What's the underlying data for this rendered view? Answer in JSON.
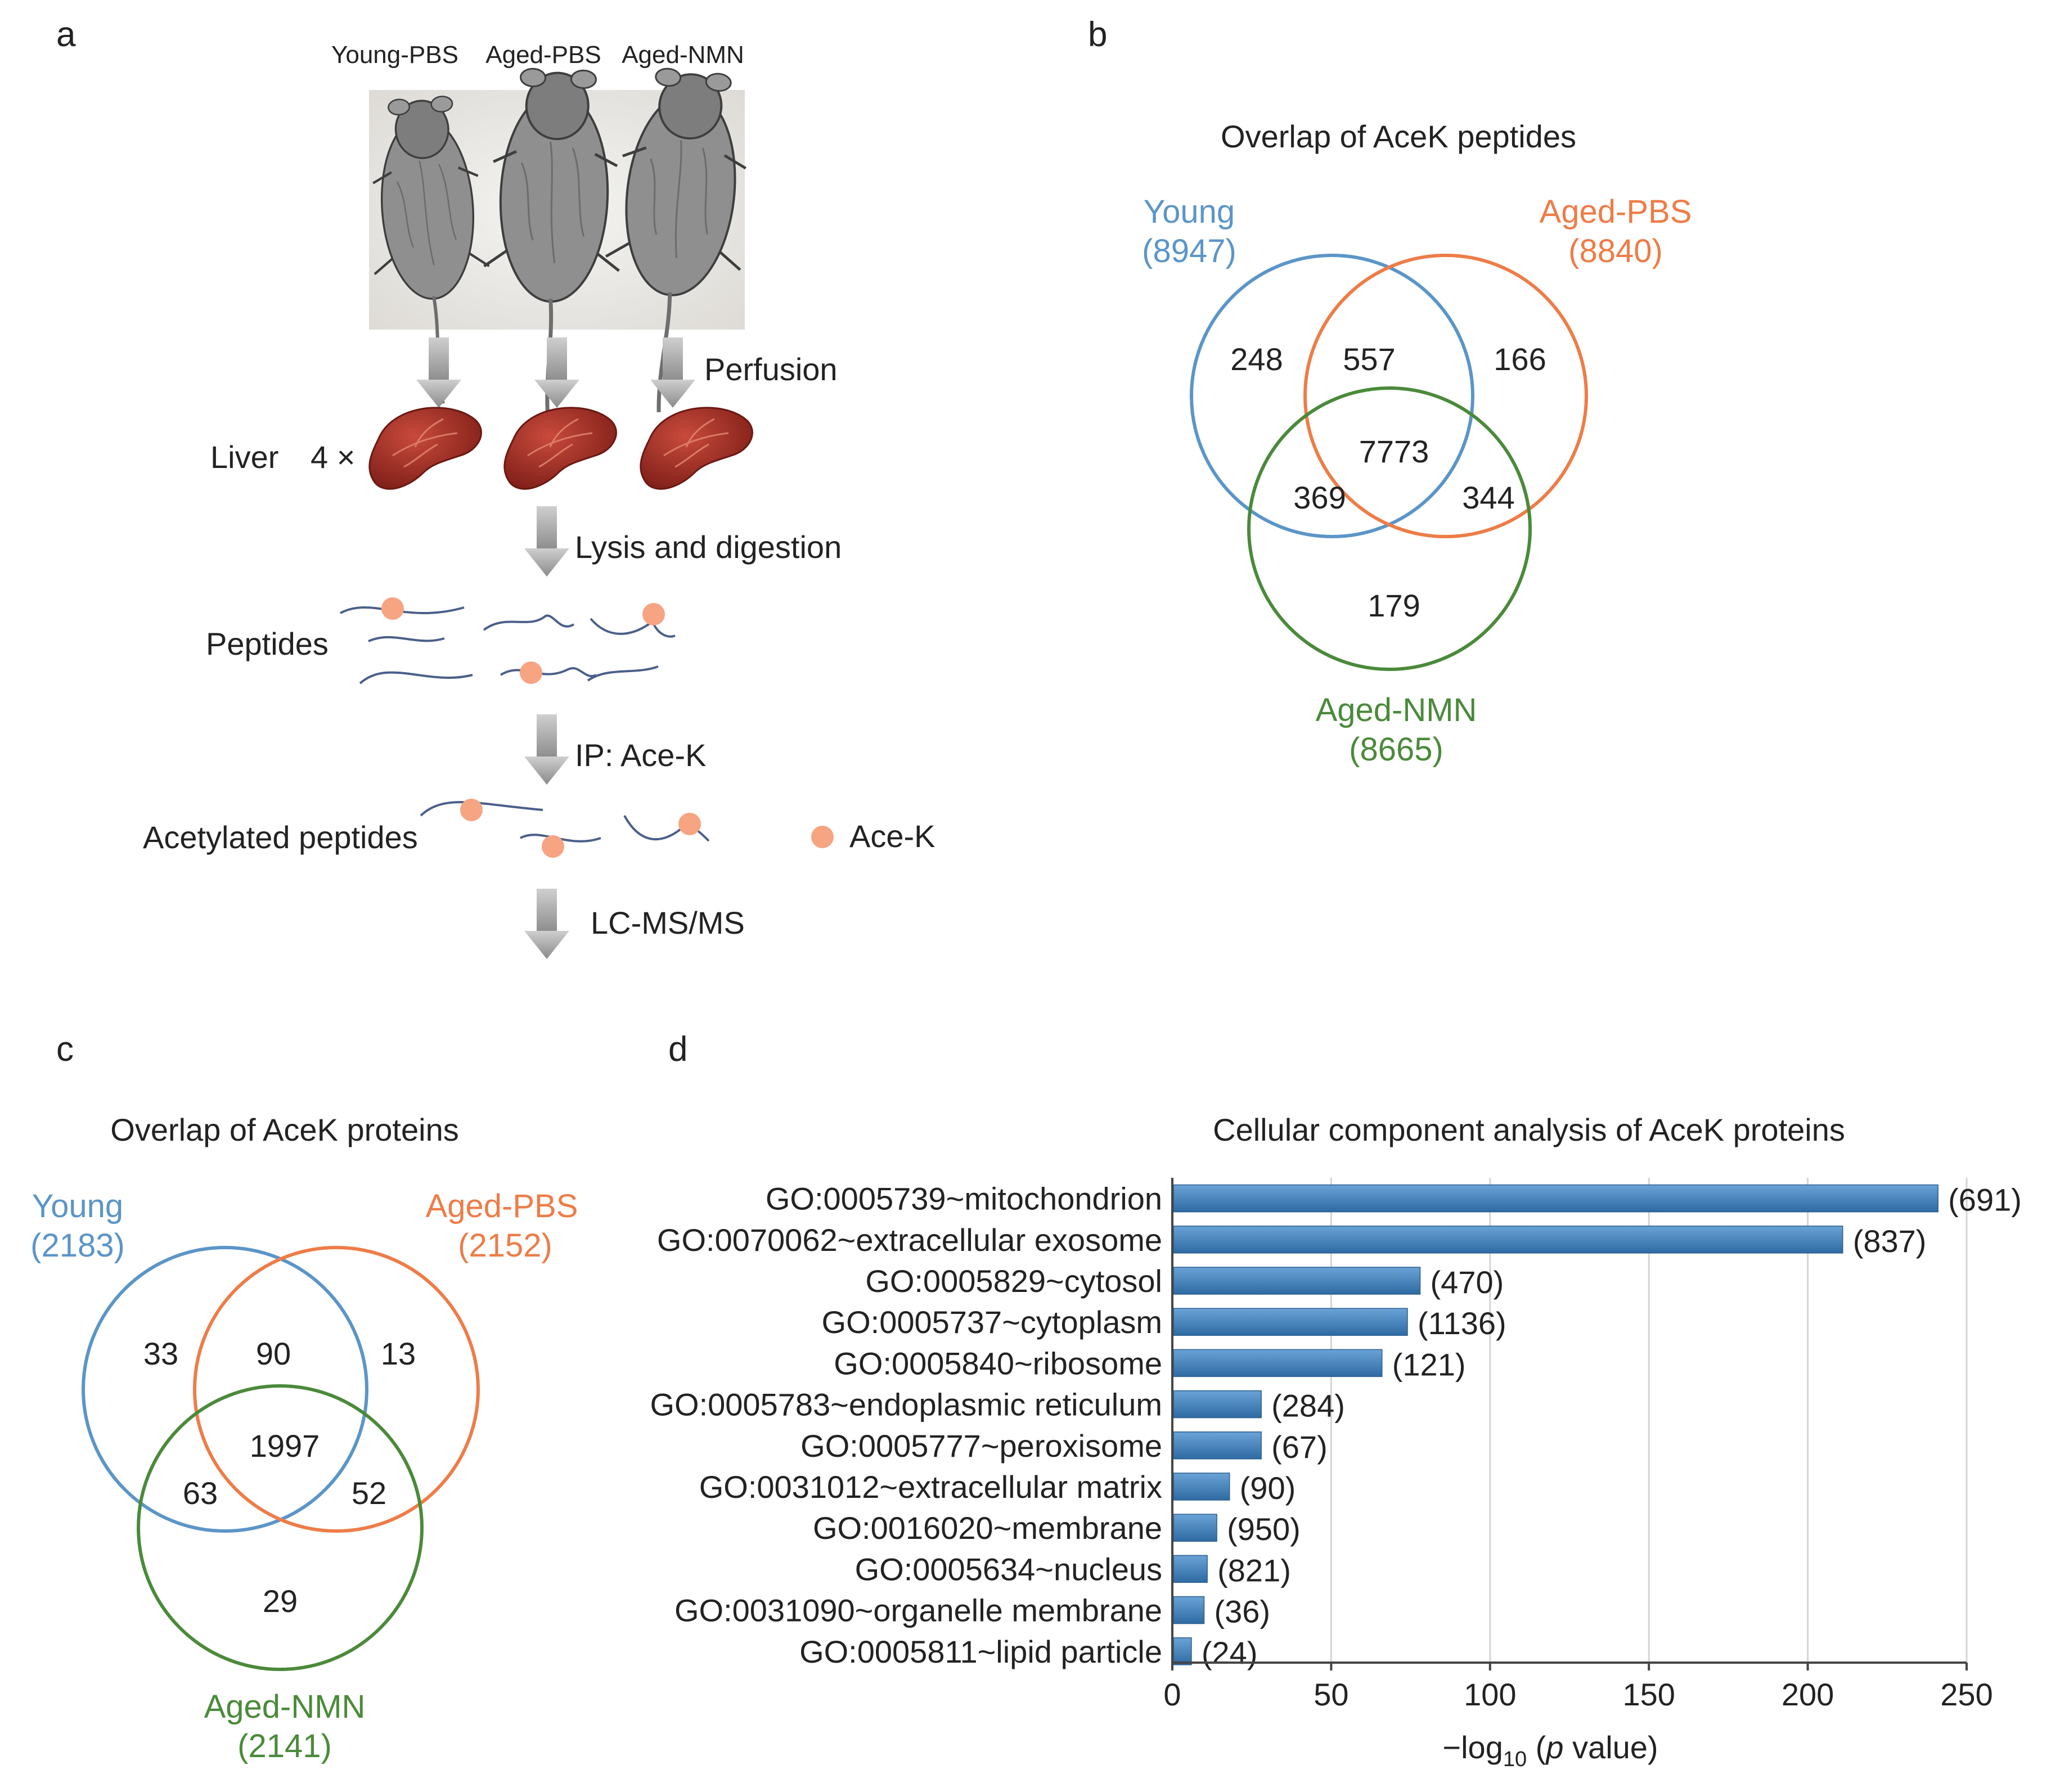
{
  "colors": {
    "young": "#5b95c8",
    "aged_pbs": "#ee7c47",
    "aged_nmn": "#4a8a3a",
    "bar": "#3f7fb8",
    "bead": "#f7a482",
    "liver": "#a8332a",
    "text": "#222222"
  },
  "panel_a": {
    "label": "a",
    "group_labels": [
      "Young-PBS",
      "Aged-PBS",
      "Aged-NMN"
    ],
    "perfusion": "Perfusion",
    "liver_label": "Liver",
    "liver_count": "4 ×",
    "lysis": "Lysis and digestion",
    "peptides": "Peptides",
    "ip": "IP: Ace-K",
    "acetylated": "Acetylated peptides",
    "legend_acek": "Ace-K",
    "lcms": "LC-MS/MS"
  },
  "panel_b": {
    "label": "b",
    "title": "Overlap of AceK peptides",
    "young_name": "Young",
    "young_total": "(8947)",
    "pbs_name": "Aged-PBS",
    "pbs_total": "(8840)",
    "nmn_name": "Aged-NMN",
    "nmn_total": "(8665)",
    "regions": {
      "young_only": "248",
      "young_pbs": "557",
      "pbs_only": "166",
      "all": "7773",
      "young_nmn": "369",
      "pbs_nmn": "344",
      "nmn_only": "179"
    }
  },
  "panel_c": {
    "label": "c",
    "title": "Overlap of AceK proteins",
    "young_name": "Young",
    "young_total": "(2183)",
    "pbs_name": "Aged-PBS",
    "pbs_total": "(2152)",
    "nmn_name": "Aged-NMN",
    "nmn_total": "(2141)",
    "regions": {
      "young_only": "33",
      "young_pbs": "90",
      "pbs_only": "13",
      "all": "1997",
      "young_nmn": "63",
      "pbs_nmn": "52",
      "nmn_only": "29"
    }
  },
  "panel_d": {
    "label": "d"
  },
  "chart_data": {
    "type": "bar",
    "orientation": "horizontal",
    "title": "Cellular component analysis of AceK proteins",
    "xlabel_main": "−log",
    "xlabel_sub": "10",
    "xlabel_p": "p",
    "xlabel_tail": " value)",
    "xlim": [
      0,
      250
    ],
    "xticks": [
      0,
      50,
      100,
      150,
      200,
      250
    ],
    "grid": true,
    "categories": [
      "GO:0005739~mitochondrion",
      "GO:0070062~extracellular exosome",
      "GO:0005829~cytosol",
      "GO:0005737~cytoplasm",
      "GO:0005840~ribosome",
      "GO:0005783~endoplasmic reticulum",
      "GO:0005777~peroxisome",
      "GO:0031012~extracellular matrix",
      "GO:0016020~membrane",
      "GO:0005634~nucleus",
      "GO:0031090~organelle membrane",
      "GO:0005811~lipid particle"
    ],
    "values": [
      241,
      211,
      78,
      74,
      66,
      28,
      28,
      18,
      14,
      11,
      10,
      6
    ],
    "counts": [
      "(691)",
      "(837)",
      "(470)",
      "(1136)",
      "(121)",
      "(284)",
      "(67)",
      "(90)",
      "(950)",
      "(821)",
      "(36)",
      "(24)"
    ]
  }
}
